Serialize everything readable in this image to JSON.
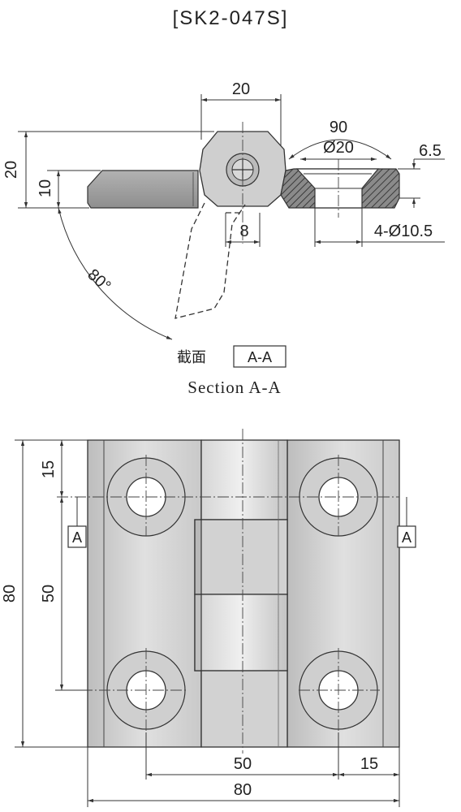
{
  "title": "[SK2-047S]",
  "section": {
    "cn": "截面",
    "box": "A-A",
    "en": "Section A-A"
  },
  "section_marker": "A",
  "dims": {
    "top_width": "20",
    "angle_90": "90",
    "bore_dia": "Ø20",
    "counterbore": "6.5",
    "height_20": "20",
    "height_10": "10",
    "slot_8": "8",
    "holes": "4-Ø10.5",
    "swing": "80°",
    "side_15": "15",
    "side_50": "50",
    "side_80": "80",
    "bottom_50": "50",
    "bottom_15": "15",
    "bottom_80": "80"
  },
  "colors": {
    "line": "#333333",
    "plate_light": "#dadada",
    "plate_mid": "#c4c4c4",
    "plate_dark": "#9c9c9c"
  }
}
